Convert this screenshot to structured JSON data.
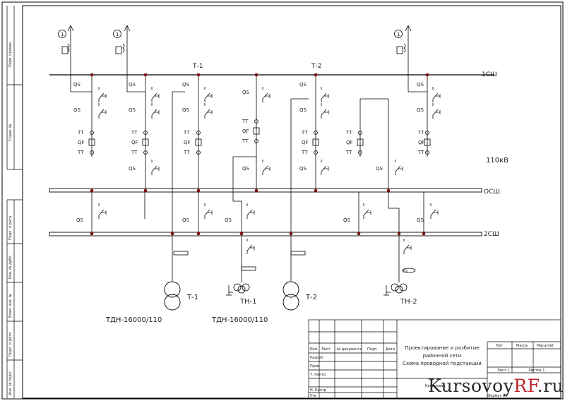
{
  "buses": {
    "main": "1СШ",
    "bypass": "ОСШ",
    "second": "2СШ",
    "voltage": "110кВ"
  },
  "bus_tags": [
    "Т-1",
    "Т-2"
  ],
  "qs_label": "QS",
  "ta_label": "ТТ",
  "qf_label": "QF",
  "line_label": "1",
  "bottom": {
    "t1": "Т-1",
    "t2": "Т-2",
    "t1_type": "ТДН-16000/110",
    "t2_type": "ТДН-16000/110",
    "tn1": "ТН-1",
    "tn2": "ТН-2",
    "fv": "FV"
  },
  "title_block": {
    "title_line1": "Проектирование и разбитие",
    "title_line2": "районной сети",
    "title_line3": "Схема проводной подстанции",
    "col_lit": "Лит",
    "col_mass": "Масса",
    "col_scale": "Масштаб",
    "col_izm": "Изм",
    "col_list": "Лист",
    "col_doc": "№ документа",
    "col_sign": "Подп",
    "col_date": "Дата",
    "r_razrab": "Разраб",
    "r_prov": "Пров",
    "r_tkontr": "Т. Контр",
    "r_nkontr": "Н. Контр",
    "r_utv": "Утв",
    "sheet": "Лист 1",
    "sheets": "Листов 1",
    "copied": "Копировал",
    "format": "Формат А3"
  },
  "side_labels": [
    "Перв. примен.",
    "Справ. №",
    "Подп. и дата",
    "Инв. № дубл.",
    "Взам. инв. №",
    "Подп. и дата",
    "Инв. № подл."
  ],
  "watermark": {
    "main": "Kursovoy",
    "accent": "RF",
    "suffix": ".ru"
  }
}
